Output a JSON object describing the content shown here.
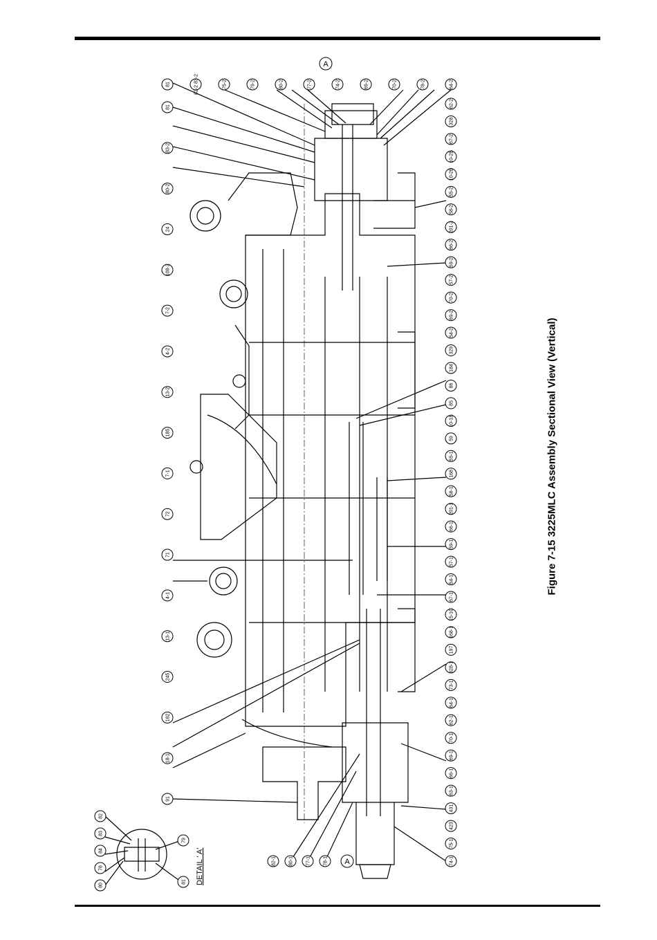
{
  "caption": "Figure 7-15 3225MLC Assembly Sectional View (Vertical)",
  "detail_label": "DETAIL ' A'",
  "section_marker": "A",
  "top_callouts": [
    "81",
    "82-2 83-2",
    "75-2",
    "79-2",
    "80-2",
    "77-2",
    "74-2",
    "69-2",
    "70-2",
    "78-2",
    "64-2"
  ],
  "left_callouts": [
    "81",
    "83-2",
    "80-2",
    "24",
    "108-2",
    "7-2",
    "4-2",
    "13-2",
    "185",
    "7-1",
    "72",
    "71",
    "4-1",
    "13-1",
    "245",
    "182",
    "18-1",
    "91"
  ],
  "right_callouts": [
    "62-2",
    "328",
    "67-2",
    "10-2B",
    "10-2B",
    "55-2",
    "58-2",
    "201-2",
    "66-2",
    "59-2",
    "57-2",
    "70-2",
    "69-2",
    "54-2",
    "329",
    "184",
    "86",
    "85",
    "10-1B",
    "59",
    "55-1",
    "168",
    "58-1",
    "201-1",
    "66-1",
    "59-1",
    "57-1",
    "54-1",
    "67-1",
    "15-1C",
    "168-1",
    "197",
    "328-1",
    "73-1",
    "64-1",
    "62-1",
    "70-1",
    "69-1",
    "66-1",
    "63-1",
    "431",
    "423",
    "75-1",
    "74-1"
  ],
  "bottom_callouts": [
    "82-1",
    "80-1",
    "77-1",
    "78-1"
  ],
  "detail_callouts": [
    "82",
    "83",
    "84",
    "78",
    "80",
    "79",
    "81"
  ]
}
